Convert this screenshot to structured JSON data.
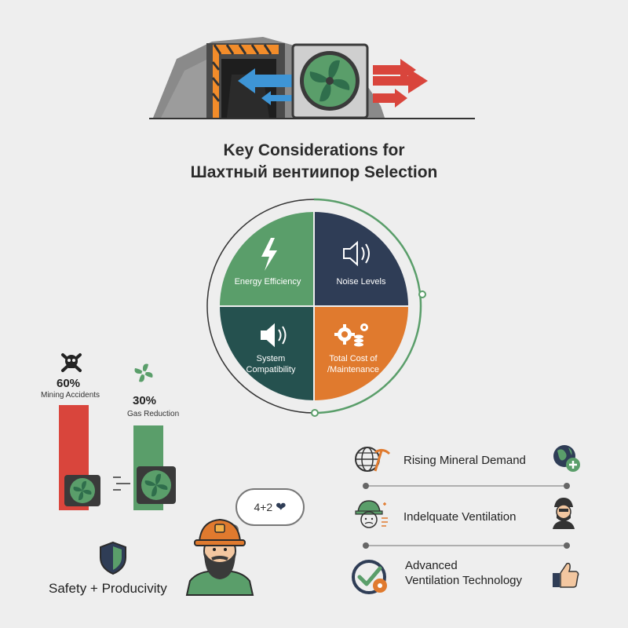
{
  "title": {
    "line1": "Key Considerations for",
    "line2": "Шахтный вентиипор Selection"
  },
  "quadrants": {
    "energy": "Energy Efficiency",
    "noise": "Noise Levels",
    "system": "System Compatibility",
    "cost": "Total Cost of /Maintenance"
  },
  "stats": {
    "accidents": {
      "value": "60%",
      "label": "Mining Accidents"
    },
    "gas": {
      "value": "30%",
      "label": "Gas Reduction"
    }
  },
  "bubble": {
    "text": "4+2"
  },
  "safety": {
    "label": "Safety + Producivity"
  },
  "factors": [
    {
      "label": "Rising Mineral Demand"
    },
    {
      "label": "Indelquate Ventilation"
    },
    {
      "label_line1": "Advanced",
      "label_line2": "Ventilation Technology"
    }
  ],
  "colors": {
    "green": "#5a9e6a",
    "navy": "#2f3d56",
    "teal": "#25514f",
    "orange": "#e07a2e",
    "red": "#d9453c",
    "blue_arrow": "#3e95d6"
  },
  "icons": [
    "lightning-icon",
    "speaker-icon",
    "gear-coin-icon",
    "skull-icon",
    "fan-icon",
    "shield-icon",
    "globe-pickaxe-icon",
    "globe-plus-icon",
    "miner-icon",
    "check-gear-icon",
    "thumbs-up-icon",
    "heart-icon"
  ]
}
